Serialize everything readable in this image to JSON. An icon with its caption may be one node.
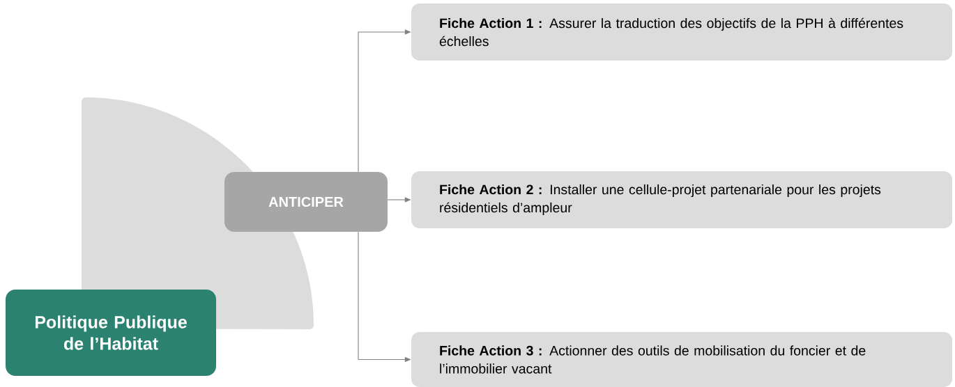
{
  "diagram": {
    "nodes": [
      {
        "text": [
          "Politique Publique de l’Habitat"
        ]
      },
      {
        "text": [
          "ANTICIPER"
        ]
      },
      {
        "text": [
          "**Fiche Action 1 :** Assurer la traduction des objectifs de la PPH à différentes échelles"
        ]
      },
      {
        "text": [
          "**Fiche Action 2 :** Installer une cellule-projet partenariale pour les projets résidentiels d’ampleur"
        ]
      },
      {
        "text": [
          "**Fiche Action 3 :** Actionner des outils de mobilisation du foncier et de l’immobilier vacant"
        ]
      }
    ],
    "edges": [
      {
        "from": 1,
        "to": 2,
        "arrow": "to"
      },
      {
        "from": 1,
        "to": 3,
        "arrow": "to"
      },
      {
        "from": 1,
        "to": 4,
        "arrow": "to"
      }
    ]
  }
}
